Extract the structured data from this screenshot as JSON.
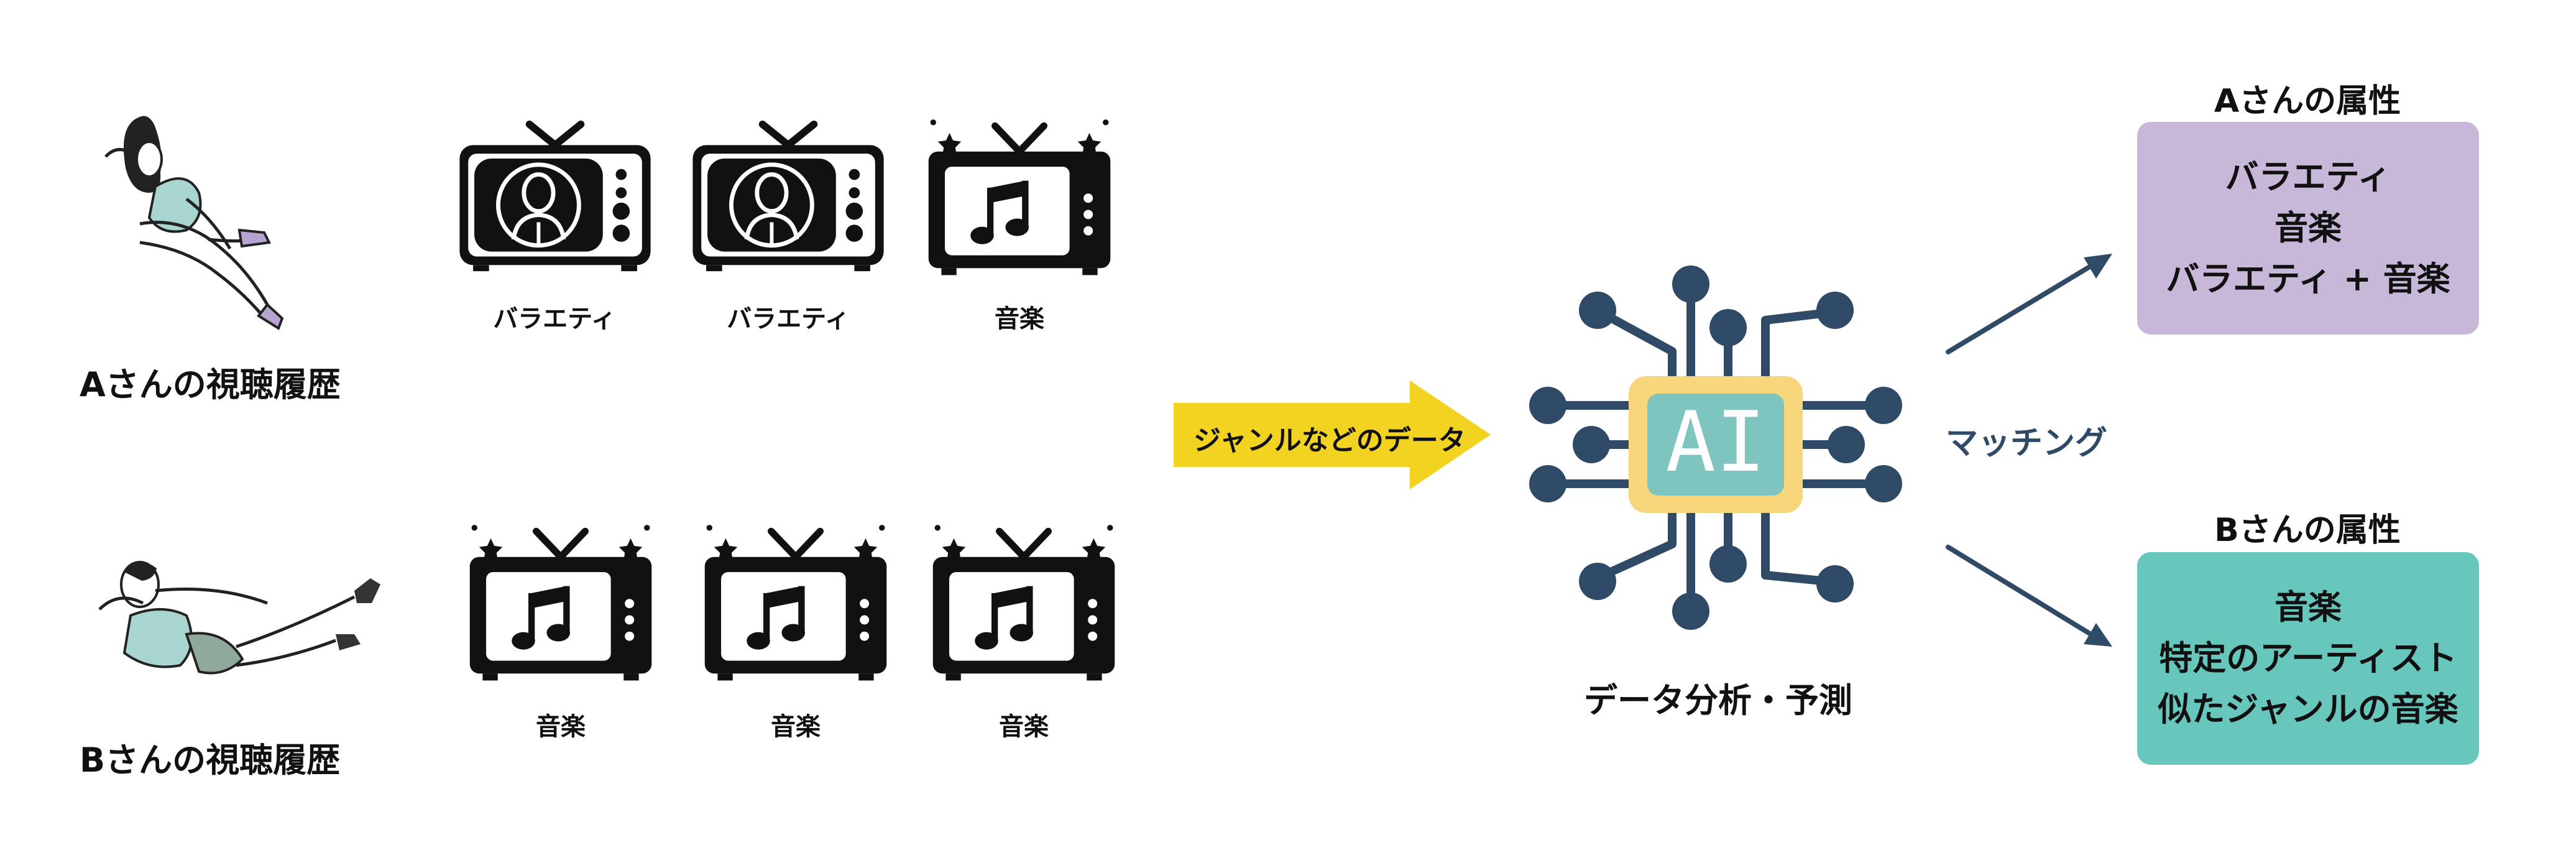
{
  "viewer_a": {
    "history_label": "Aさんの視聴履歴"
  },
  "viewer_b": {
    "history_label": "Bさんの視聴履歴"
  },
  "row_a": [
    {
      "genre": "バラエティ",
      "icon": "person-tv-icon"
    },
    {
      "genre": "バラエティ",
      "icon": "person-tv-icon"
    },
    {
      "genre": "音楽",
      "icon": "music-tv-icon"
    }
  ],
  "row_b": [
    {
      "genre": "音楽",
      "icon": "music-tv-icon"
    },
    {
      "genre": "音楽",
      "icon": "music-tv-icon"
    },
    {
      "genre": "音楽",
      "icon": "music-tv-icon"
    }
  ],
  "data_arrow": {
    "label": "ジャンルなどのデータ",
    "color": "#f2d321"
  },
  "ai": {
    "chip_text": "AI",
    "caption": "データ分析・予測",
    "chip_color": "#7ec4bf",
    "frame_color": "#f7d57a",
    "circuit_color": "#2e4a66"
  },
  "matching_label": "マッチング",
  "attributes": {
    "a": {
      "title": "Aさんの属性",
      "items": [
        "バラエティ",
        "音楽",
        "バラエティ + 音楽"
      ],
      "color": "#c7b8da"
    },
    "b": {
      "title": "Bさんの属性",
      "items": [
        "音楽",
        "特定のアーティスト",
        "似たジャンルの音楽"
      ],
      "color": "#68c7bd"
    }
  }
}
